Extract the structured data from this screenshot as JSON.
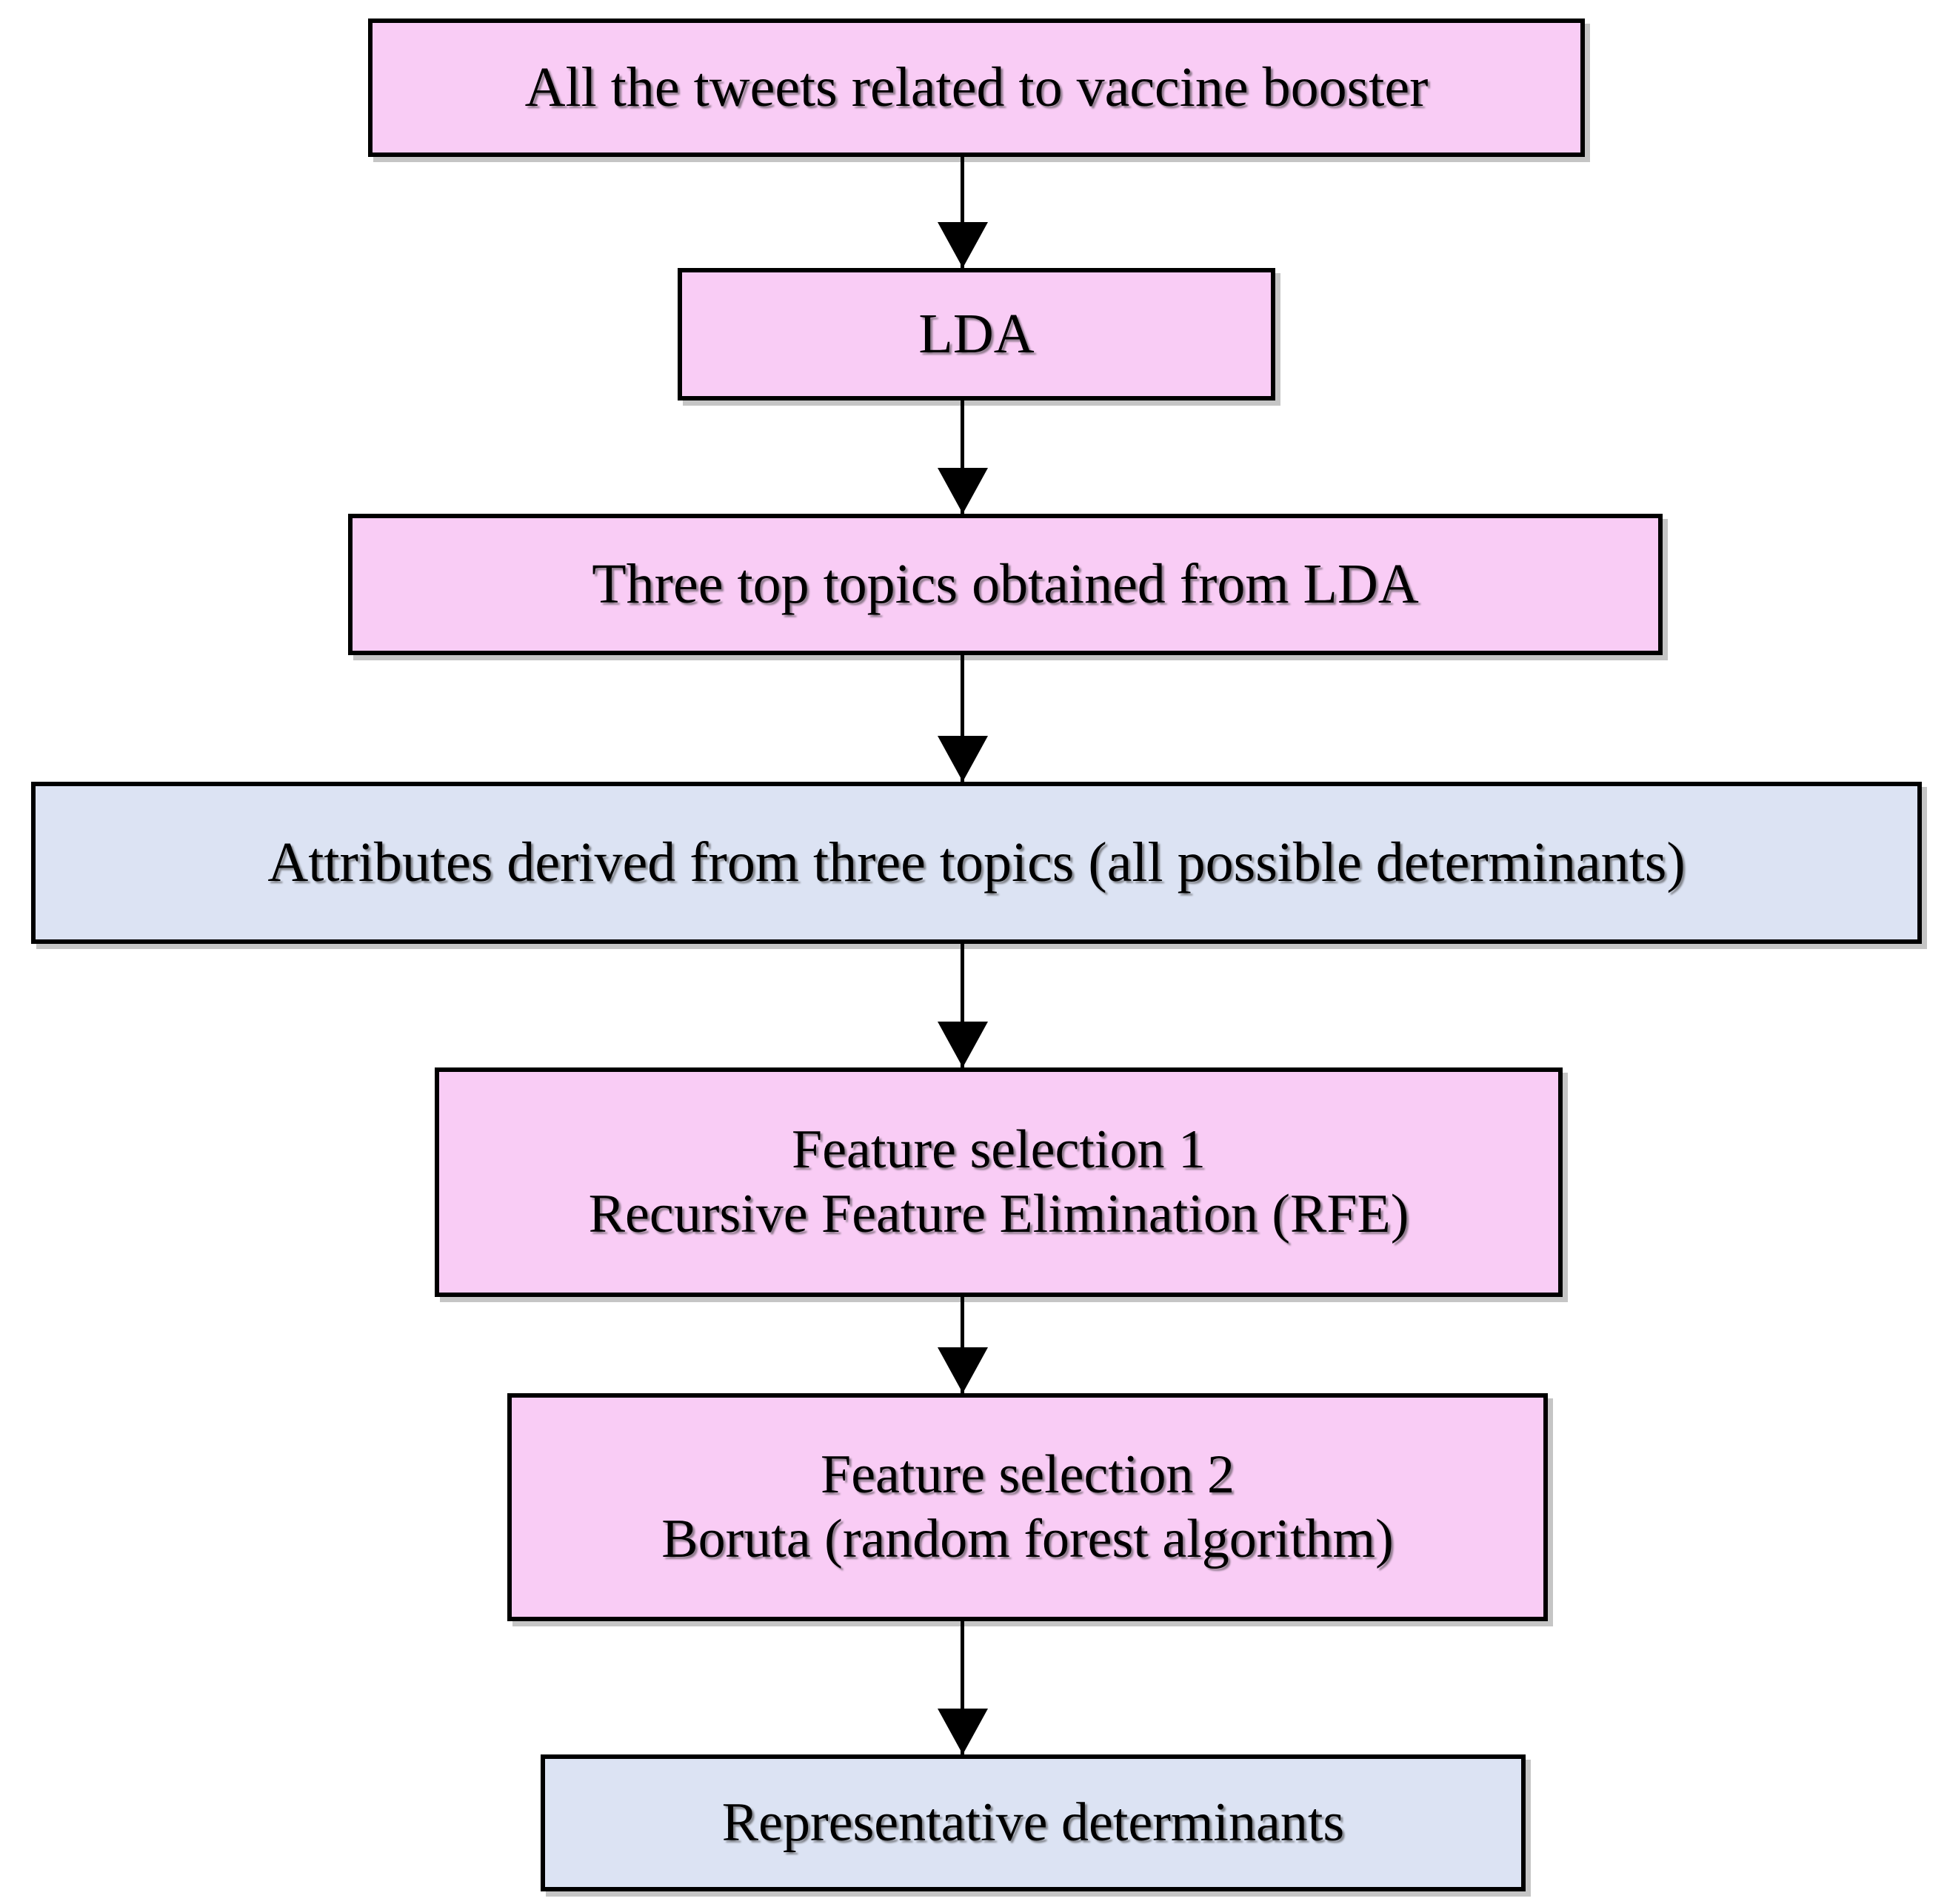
{
  "diagram": {
    "type": "flowchart",
    "orientation": "top-to-bottom",
    "colors": {
      "pink_fill": "#F9CCF5",
      "blue_fill": "#DCE3F3",
      "border": "#000000",
      "text": "#000000"
    },
    "nodes": [
      {
        "id": "tweets",
        "fill": "pink",
        "lines": [
          "All the tweets related to vaccine booster"
        ]
      },
      {
        "id": "lda",
        "fill": "pink",
        "lines": [
          "LDA"
        ]
      },
      {
        "id": "topics",
        "fill": "pink",
        "lines": [
          "Three top topics obtained from LDA"
        ]
      },
      {
        "id": "attributes",
        "fill": "blue",
        "lines": [
          "Attributes derived from three topics (all possible determinants)"
        ]
      },
      {
        "id": "fs1",
        "fill": "pink",
        "lines": [
          "Feature selection 1",
          "Recursive Feature Elimination (RFE)"
        ]
      },
      {
        "id": "fs2",
        "fill": "pink",
        "lines": [
          "Feature selection 2",
          "Boruta (random forest algorithm)"
        ]
      },
      {
        "id": "result",
        "fill": "blue",
        "lines": [
          "Representative determinants"
        ]
      }
    ],
    "edges": [
      {
        "id": "edge-1",
        "from": "tweets",
        "to": "lda",
        "label": ""
      },
      {
        "id": "edge-2",
        "from": "lda",
        "to": "topics",
        "label": ""
      },
      {
        "id": "edge-3",
        "from": "topics",
        "to": "attributes",
        "label": ""
      },
      {
        "id": "edge-4",
        "from": "attributes",
        "to": "fs1",
        "label": ""
      },
      {
        "id": "edge-5",
        "from": "fs1",
        "to": "fs2",
        "label": ""
      },
      {
        "id": "edge-6",
        "from": "fs2",
        "to": "result",
        "label": ""
      }
    ]
  }
}
